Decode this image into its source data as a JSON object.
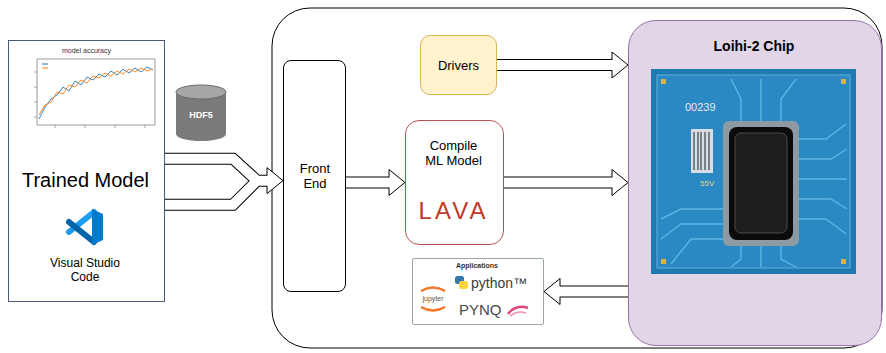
{
  "diagram": {
    "nodes": [
      {
        "text": [
          "Trained Model",
          "Visual Studio Code"
        ]
      },
      {
        "text": [
          "HDF5"
        ]
      },
      {
        "text": [
          "Front End"
        ]
      },
      {
        "text": [
          "Drivers"
        ]
      },
      {
        "text": [
          "Compile ML Model",
          "LAVA"
        ]
      },
      {
        "text": [
          "Loihi-2 Chip"
        ]
      },
      {
        "text": [
          "Applications",
          "jupyter",
          "python™",
          "PYNQ"
        ]
      }
    ],
    "edges": [
      {
        "from": 0,
        "to": 2,
        "arrow": "to"
      },
      {
        "from": 2,
        "to": 4,
        "arrow": "to"
      },
      {
        "from": 3,
        "to": 5,
        "arrow": "to"
      },
      {
        "from": 4,
        "to": 5,
        "arrow": "to"
      },
      {
        "from": 5,
        "to": 6,
        "arrow": "to"
      }
    ],
    "labels": [
      "model accuracy",
      "00239",
      "55V"
    ]
  }
}
